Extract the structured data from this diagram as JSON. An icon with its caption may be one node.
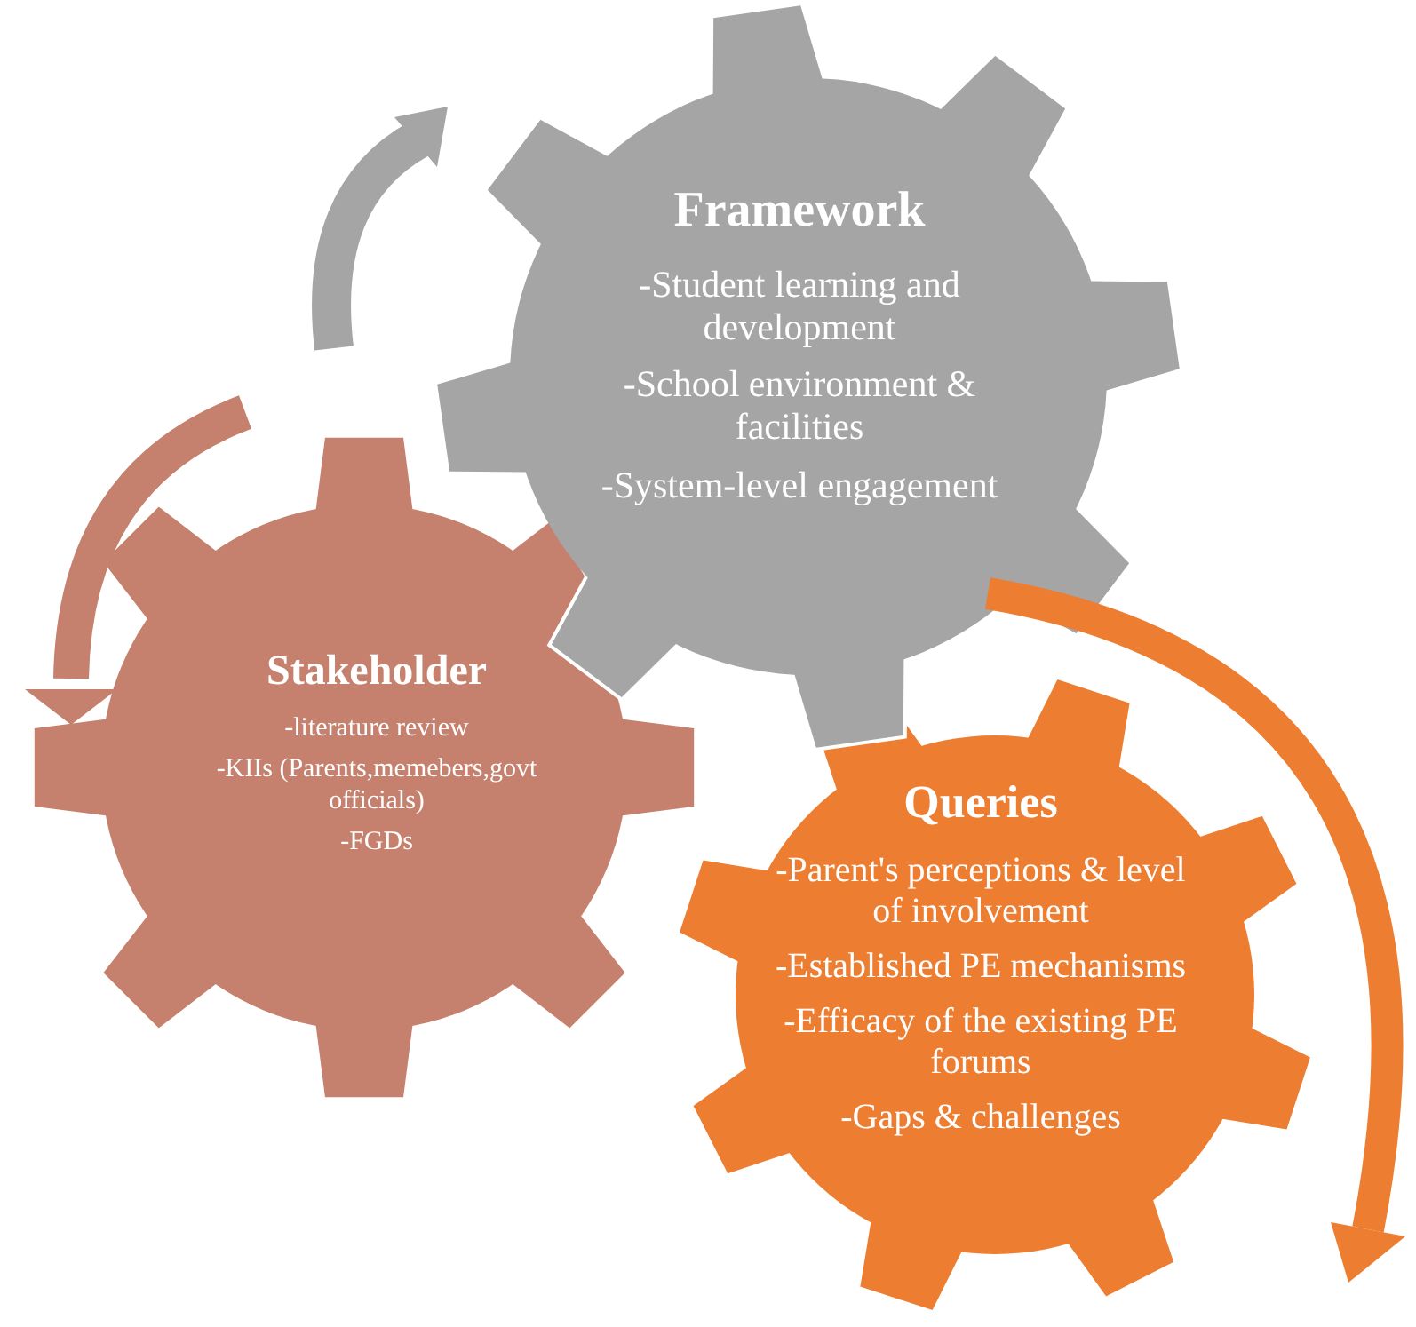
{
  "diagram": {
    "nodes": [
      {
        "text": [
          "Framework",
          "-Student learning and development",
          "-School environment & facilities",
          "-System-level engagement"
        ]
      },
      {
        "text": [
          "Stakeholder",
          "-literature review",
          "-KIIs (Parents,memebers,govt officials)",
          "-FGDs"
        ]
      },
      {
        "text": [
          "Queries",
          "-Parent's perceptions & level of involvement",
          "-Established PE mechanisms",
          "-Efficacy of the existing PE forums",
          "-Gaps & challenges"
        ]
      }
    ]
  }
}
